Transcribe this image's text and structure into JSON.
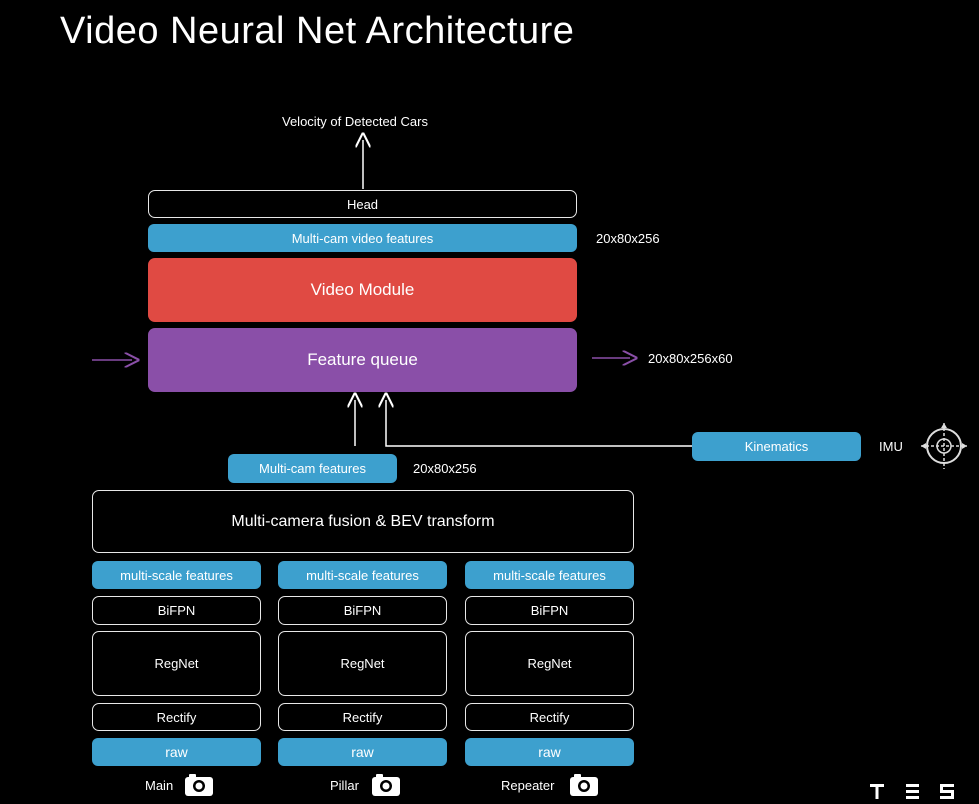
{
  "title": "Video Neural Net Architecture",
  "output_label": "Velocity of Detected Cars",
  "head_label": "Head",
  "multicam_video_features": "Multi-cam video features",
  "video_features_dims": "20x80x256",
  "video_module": "Video Module",
  "feature_queue": "Feature queue",
  "feature_queue_dims": "20x80x256x60",
  "kinematics": "Kinematics",
  "imu": "IMU",
  "multicam_features": "Multi-cam features",
  "multicam_features_dims": "20x80x256",
  "fusion": "Multi-camera fusion & BEV transform",
  "columns": [
    {
      "multiscale": "multi-scale features",
      "bifpn": "BiFPN",
      "regnet": "RegNet",
      "rectify": "Rectify",
      "raw": "raw",
      "camera": "Main"
    },
    {
      "multiscale": "multi-scale features",
      "bifpn": "BiFPN",
      "regnet": "RegNet",
      "rectify": "Rectify",
      "raw": "raw",
      "camera": "Pillar"
    },
    {
      "multiscale": "multi-scale features",
      "bifpn": "BiFPN",
      "regnet": "RegNet",
      "rectify": "Rectify",
      "raw": "raw",
      "camera": "Repeater"
    }
  ],
  "logo": "T E S",
  "colors": {
    "blue": "#3da0ce",
    "red": "#e04a43",
    "purple": "#8a4fa8",
    "arrow_purple": "#8a4fa8"
  }
}
